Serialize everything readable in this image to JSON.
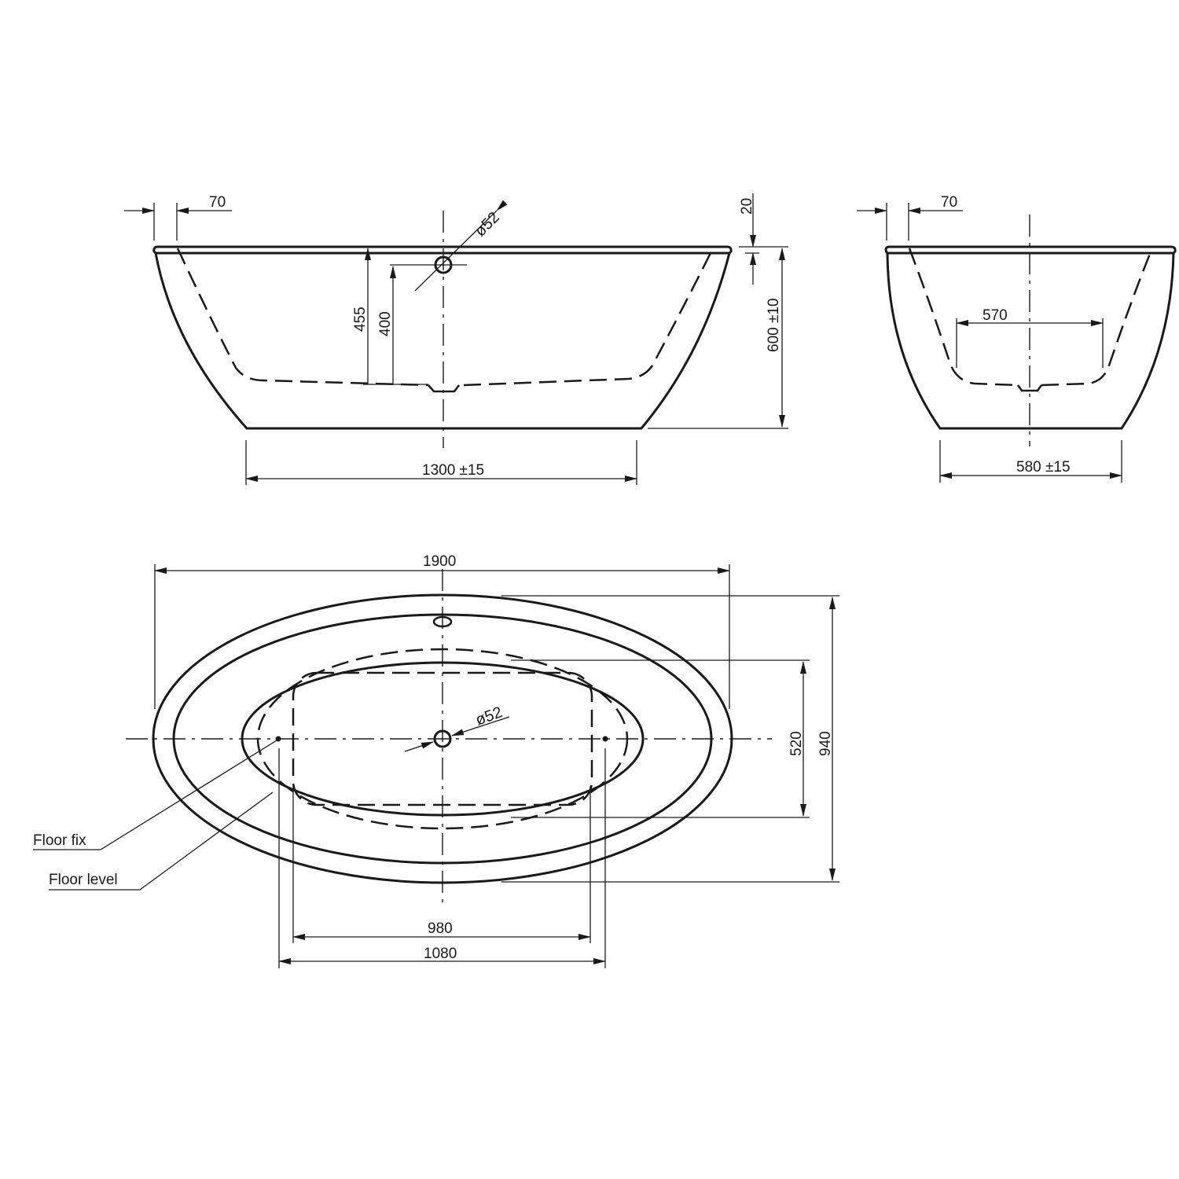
{
  "drawing": {
    "subject": "Freestanding oval bathtub technical drawing",
    "line_color": "#1a1a1a",
    "background": "#ffffff"
  },
  "side_view": {
    "rim_overhang": "70",
    "overflow_diameter": "ø52",
    "depth_to_rim": "455",
    "overflow_height": "400",
    "rim_thickness": "20",
    "total_height": "600 ±10",
    "base_length": "1300 ±15"
  },
  "end_view": {
    "rim_overhang": "70",
    "inner_floor_width": "570",
    "base_width": "580 ±15"
  },
  "plan_view": {
    "overall_length": "1900",
    "overall_width": "940",
    "inner_width": "520",
    "drain_diameter": "ø52",
    "inner_floor_length": "980",
    "floor_fix_spacing": "1080",
    "callouts": {
      "floor_fix": "Floor fix",
      "floor_level": "Floor level"
    }
  }
}
